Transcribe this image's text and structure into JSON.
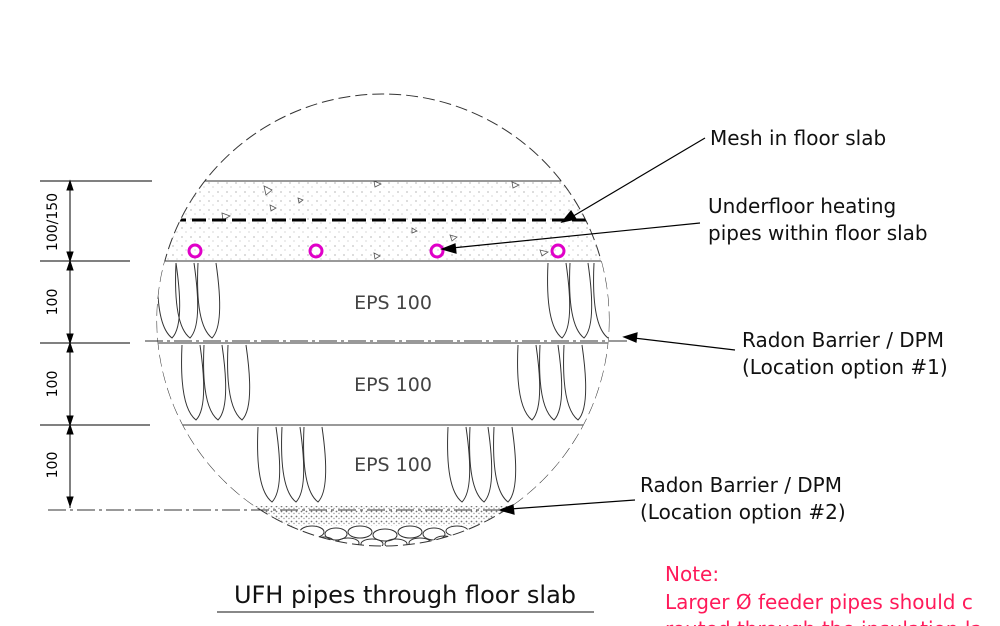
{
  "dimensions": {
    "slab": "100/150",
    "layer_1": "100",
    "layer_2": "100",
    "layer_3": "100"
  },
  "layers": {
    "insulation_1": "EPS 100",
    "insulation_2": "EPS 100",
    "insulation_3": "EPS 100"
  },
  "callouts": {
    "mesh": "Mesh in floor slab",
    "ufh_line1": "Underfloor heating",
    "ufh_line2": "pipes within floor slab",
    "radon1_line1": "Radon Barrier / DPM",
    "radon1_line2": "(Location option #1)",
    "radon2_line1": "Radon Barrier / DPM",
    "radon2_line2": "(Location option #2)"
  },
  "title": "UFH pipes through floor slab",
  "note": {
    "heading": "Note:",
    "line1": "Larger Ø feeder pipes should c",
    "line2": "routed through the insulation la"
  },
  "colors": {
    "line": "#111111",
    "pipe": "#e000c8",
    "note": "#ff1a5a",
    "label": "#444444"
  }
}
